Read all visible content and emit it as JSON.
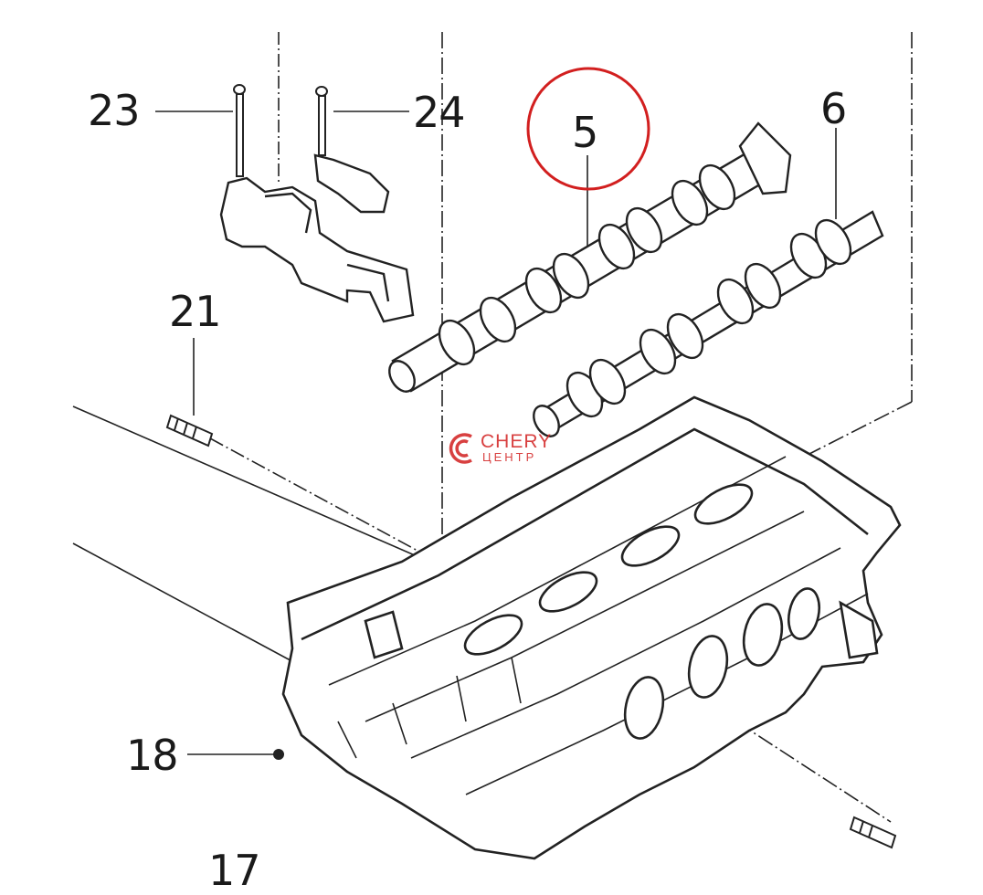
{
  "callouts": {
    "p23": "23",
    "p24": "24",
    "p5": "5",
    "p6": "6",
    "p21": "21",
    "p18": "18",
    "p17": "17"
  },
  "watermark": {
    "brand": "CHERY",
    "subtitle": "ЦЕНТР",
    "color": "#d21f1f"
  },
  "highlight": {
    "target": "5",
    "color": "#d21f1f"
  },
  "colors": {
    "ink": "#1a1a1a",
    "paper": "#ffffff"
  }
}
